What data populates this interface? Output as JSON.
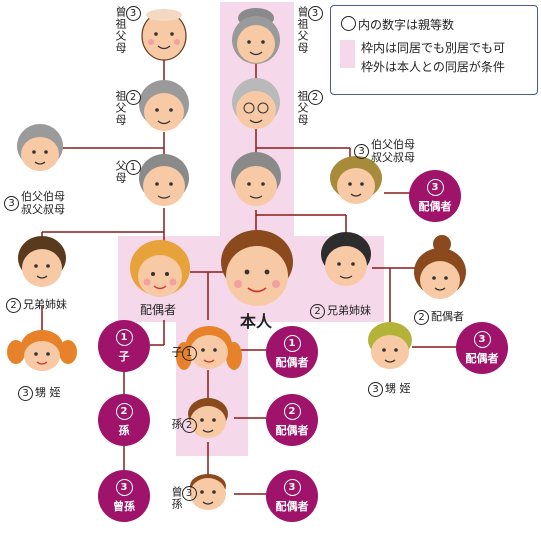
{
  "legend": {
    "line1": "内の数字は親等数",
    "line2": "枠内は同居でも別居でも可",
    "line3": "枠外は本人との同居が条件"
  },
  "labels": {
    "great_grandparents": "曾祖父母",
    "grandparents": "祖父母",
    "parents": "父母",
    "uncles_aunts": "伯父伯母叔父叔母",
    "uncles_aunts_line1": "伯父伯母",
    "uncles_aunts_line2": "叔父叔母",
    "siblings": "兄弟姉妹",
    "nephews_nieces": "甥 姪",
    "spouse": "配偶者",
    "self": "本人",
    "child": "子",
    "grandchild": "孫",
    "great_grandchild": "曾孫"
  },
  "degrees": {
    "one": "1",
    "two": "2",
    "three": "3"
  },
  "colors": {
    "zone": "#f5d9ea",
    "badge": "#a0136b",
    "line": "#8b1a1a",
    "legend_border": "#4a5a8a"
  }
}
